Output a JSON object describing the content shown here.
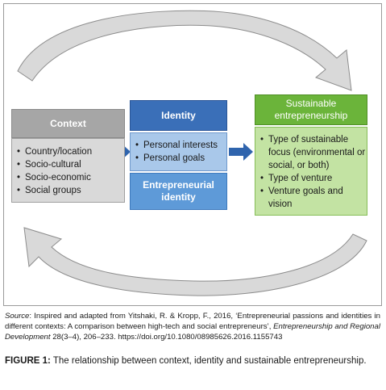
{
  "diagram": {
    "context": {
      "title": "Context",
      "items": [
        "Country/location",
        "Socio-cultural",
        "Socio-economic",
        "Social groups"
      ]
    },
    "identity": {
      "title": "Identity",
      "items": [
        "Personal interests",
        "Personal goals"
      ],
      "entrepreneurial_title": "Entrepreneurial identity"
    },
    "sustainable": {
      "title": "Sustainable entrepreneurship",
      "items": [
        "Type of sustainable focus (environmental or social, or both)",
        "Type of venture",
        "Venture goals and vision"
      ]
    }
  },
  "caption": {
    "source_label": "Source",
    "source_text_1": ": Inspired and adapted from Yitshaki, R. & Kropp, F., 2016, ‘Entrepreneurial passions and identities in different contexts: A comparison between high-tech and social entrepreneurs’, ",
    "journal": "Entrepreneurship and Regional Development",
    "source_text_2": " 28(3–4), 206–233. https://doi.org/10.1080/08985626.2016.1155743",
    "figure_label": "FIGURE 1:",
    "figure_text": " The relationship between context, identity and sustainable entrepreneurship."
  },
  "colors": {
    "context_head": "#a6a6a6",
    "context_body": "#d9d9d9",
    "identity_head": "#3a6fb8",
    "identity_body": "#a9c8ea",
    "entrepreneurial": "#5e9ad8",
    "sustainable_head": "#6bb43a",
    "sustainable_body": "#c3e3a3",
    "curved_arrow": "#d9d9d9",
    "small_arrow": "#2f64ad"
  }
}
